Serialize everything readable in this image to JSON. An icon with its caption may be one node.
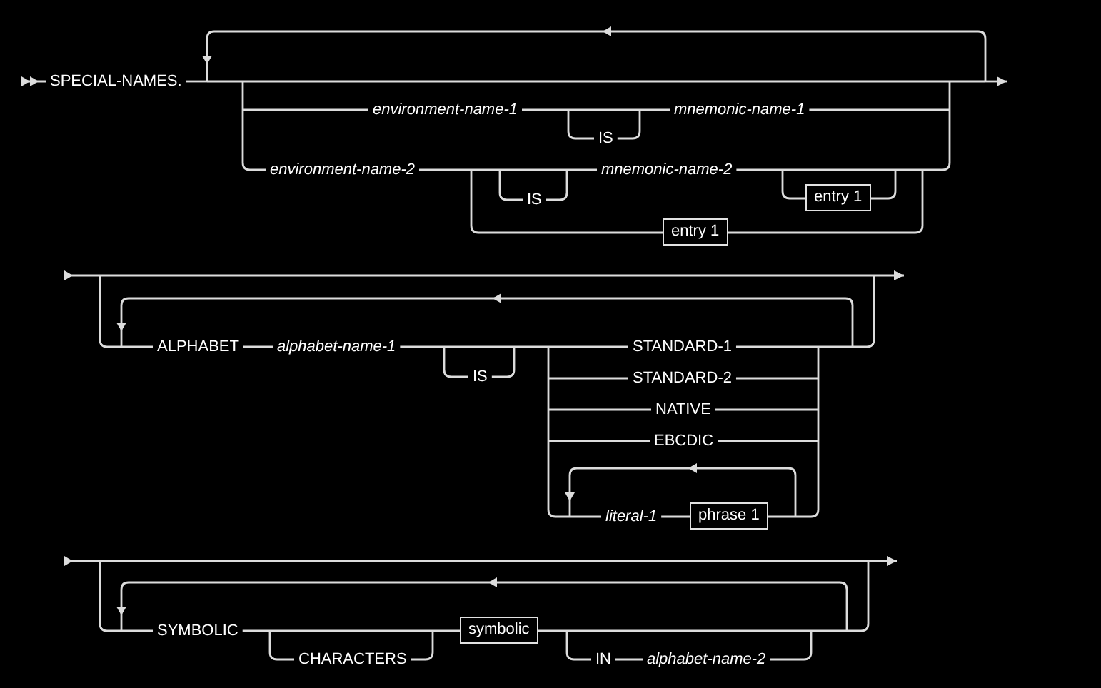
{
  "diagram": {
    "nodes": [
      {
        "text": [
          "SPECIAL-NAMES."
        ]
      },
      {
        "text": [
          "environment-name-1"
        ]
      },
      {
        "text": [
          "IS"
        ]
      },
      {
        "text": [
          "mnemonic-name-1"
        ]
      },
      {
        "text": [
          "environment-name-2"
        ]
      },
      {
        "text": [
          "IS"
        ]
      },
      {
        "text": [
          "mnemonic-name-2"
        ]
      },
      {
        "text": [
          "entry 1"
        ]
      },
      {
        "text": [
          "entry 1"
        ]
      },
      {
        "text": [
          "ALPHABET"
        ]
      },
      {
        "text": [
          "alphabet-name-1"
        ]
      },
      {
        "text": [
          "IS"
        ]
      },
      {
        "text": [
          "STANDARD-1"
        ]
      },
      {
        "text": [
          "STANDARD-2"
        ]
      },
      {
        "text": [
          "NATIVE"
        ]
      },
      {
        "text": [
          "EBCDIC"
        ]
      },
      {
        "text": [
          "literal-1"
        ]
      },
      {
        "text": [
          "phrase 1"
        ]
      },
      {
        "text": [
          "SYMBOLIC"
        ]
      },
      {
        "text": [
          "CHARACTERS"
        ]
      },
      {
        "text": [
          "symbolic"
        ]
      },
      {
        "text": [
          "IN"
        ]
      },
      {
        "text": [
          "alphabet-name-2"
        ]
      }
    ],
    "edges": [
      {
        "from": null,
        "to": 0,
        "arrow": "to"
      },
      {
        "from": 0,
        "to": 1,
        "arrow": "none"
      },
      {
        "from": 0,
        "to": 4,
        "arrow": "none"
      },
      {
        "from": 0,
        "to": null,
        "arrow": "to"
      },
      {
        "from": 1,
        "to": 2,
        "arrow": "none"
      },
      {
        "from": 1,
        "to": 3,
        "arrow": "none"
      },
      {
        "from": 2,
        "to": 3,
        "arrow": "none"
      },
      {
        "from": 3,
        "to": null,
        "arrow": "to"
      },
      {
        "from": 4,
        "to": 5,
        "arrow": "none"
      },
      {
        "from": 4,
        "to": 6,
        "arrow": "none"
      },
      {
        "from": 5,
        "to": 6,
        "arrow": "none"
      },
      {
        "from": 4,
        "to": 8,
        "arrow": "none"
      },
      {
        "from": 6,
        "to": 7,
        "arrow": "none"
      },
      {
        "from": 6,
        "to": null,
        "arrow": "to"
      },
      {
        "from": 7,
        "to": null,
        "arrow": "to"
      },
      {
        "from": 8,
        "to": null,
        "arrow": "to"
      },
      {
        "from": 3,
        "to": 1,
        "arrow": "to"
      },
      {
        "from": 3,
        "to": 4,
        "arrow": "to"
      },
      {
        "from": 6,
        "to": 1,
        "arrow": "to"
      },
      {
        "from": 6,
        "to": 4,
        "arrow": "to"
      },
      {
        "from": 7,
        "to": 1,
        "arrow": "to"
      },
      {
        "from": 7,
        "to": 4,
        "arrow": "to"
      },
      {
        "from": 8,
        "to": 1,
        "arrow": "to"
      },
      {
        "from": 8,
        "to": 4,
        "arrow": "to"
      },
      {
        "from": null,
        "to": 9,
        "arrow": "to"
      },
      {
        "from": 9,
        "to": 10,
        "arrow": "none"
      },
      {
        "from": 10,
        "to": 11,
        "arrow": "none"
      },
      {
        "from": 10,
        "to": 12,
        "arrow": "none"
      },
      {
        "from": 10,
        "to": 13,
        "arrow": "none"
      },
      {
        "from": 10,
        "to": 14,
        "arrow": "none"
      },
      {
        "from": 10,
        "to": 15,
        "arrow": "none"
      },
      {
        "from": 10,
        "to": 16,
        "arrow": "none"
      },
      {
        "from": 11,
        "to": 12,
        "arrow": "none"
      },
      {
        "from": 11,
        "to": 13,
        "arrow": "none"
      },
      {
        "from": 11,
        "to": 14,
        "arrow": "none"
      },
      {
        "from": 11,
        "to": 15,
        "arrow": "none"
      },
      {
        "from": 11,
        "to": 16,
        "arrow": "none"
      },
      {
        "from": 16,
        "to": 17,
        "arrow": "none"
      },
      {
        "from": 12,
        "to": null,
        "arrow": "to"
      },
      {
        "from": 13,
        "to": null,
        "arrow": "to"
      },
      {
        "from": 14,
        "to": null,
        "arrow": "to"
      },
      {
        "from": 15,
        "to": null,
        "arrow": "to"
      },
      {
        "from": 17,
        "to": null,
        "arrow": "to"
      },
      {
        "from": 17,
        "to": 16,
        "arrow": "to"
      },
      {
        "from": 12,
        "to": 9,
        "arrow": "to"
      },
      {
        "from": 13,
        "to": 9,
        "arrow": "to"
      },
      {
        "from": 14,
        "to": 9,
        "arrow": "to"
      },
      {
        "from": 15,
        "to": 9,
        "arrow": "to"
      },
      {
        "from": 17,
        "to": 9,
        "arrow": "to"
      },
      {
        "from": null,
        "to": 18,
        "arrow": "to"
      },
      {
        "from": 18,
        "to": 19,
        "arrow": "none"
      },
      {
        "from": 18,
        "to": 20,
        "arrow": "none"
      },
      {
        "from": 19,
        "to": 20,
        "arrow": "none"
      },
      {
        "from": 20,
        "to": 21,
        "arrow": "none"
      },
      {
        "from": 20,
        "to": null,
        "arrow": "to"
      },
      {
        "from": 21,
        "to": 22,
        "arrow": "none"
      },
      {
        "from": 22,
        "to": null,
        "arrow": "to"
      },
      {
        "from": 20,
        "to": 18,
        "arrow": "to"
      },
      {
        "from": 22,
        "to": 18,
        "arrow": "to"
      }
    ]
  }
}
